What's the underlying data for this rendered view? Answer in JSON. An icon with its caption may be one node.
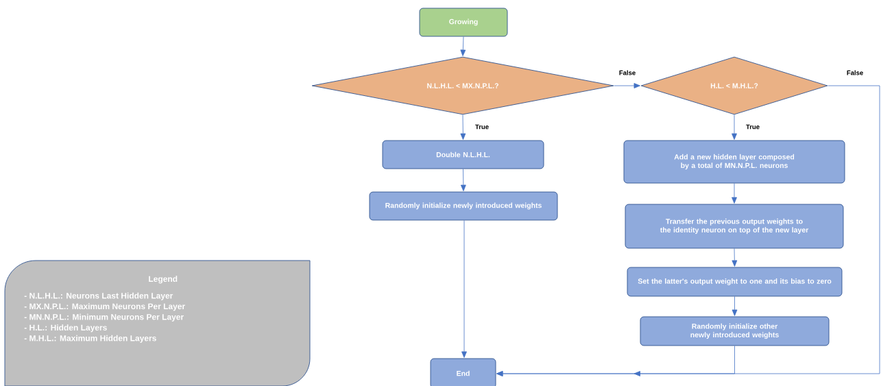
{
  "diagram": {
    "nodes": [
      {
        "text": [
          "Growing"
        ]
      },
      {
        "text": [
          "N.L.H.L. < MX.N.P.L.?"
        ]
      },
      {
        "text": [
          "H.L. < M.H.L.?"
        ]
      },
      {
        "text": [
          "Double N.L.H.L."
        ]
      },
      {
        "text": [
          "Randomly initialize newly introduced weights"
        ]
      },
      {
        "text": [
          "Add a new hidden layer composed by a total of MN.N.P.L. neurons"
        ]
      },
      {
        "text": [
          "Transfer the previous output weights to the identity neuron on top of the new layer"
        ]
      },
      {
        "text": [
          "Set the latter's output weight to one and its bias to zero"
        ]
      },
      {
        "text": [
          "Randomly initialize other newly introduced weights"
        ]
      },
      {
        "text": [
          "End"
        ]
      },
      {
        "text": [
          "Legend",
          "- N.L.H.L.: Neurons Last Hidden Layer",
          "- MX.N.P.L.: Maximum Neurons Per Layer",
          "- MN.N.P.L.: Minimum Neurons Per Layer",
          "- H.L.: Hidden Layers",
          "- M.H.L.: Maximum Hidden Layers"
        ]
      }
    ],
    "edges": [
      {
        "from": 0,
        "to": 1,
        "arrow": "to"
      },
      {
        "from": 1,
        "to": 2,
        "arrow": "to",
        "label": "False"
      },
      {
        "from": 1,
        "to": 3,
        "arrow": "to",
        "label": "True"
      },
      {
        "from": 3,
        "to": 4,
        "arrow": "to"
      },
      {
        "from": 4,
        "to": 9,
        "arrow": "to"
      },
      {
        "from": 2,
        "to": 5,
        "arrow": "to",
        "label": "True"
      },
      {
        "from": 5,
        "to": 6,
        "arrow": "to"
      },
      {
        "from": 6,
        "to": 7,
        "arrow": "to"
      },
      {
        "from": 7,
        "to": 8,
        "arrow": "to"
      },
      {
        "from": 8,
        "to": 9,
        "arrow": "to"
      },
      {
        "from": 2,
        "to": 9,
        "arrow": "to",
        "label": "False"
      }
    ]
  }
}
